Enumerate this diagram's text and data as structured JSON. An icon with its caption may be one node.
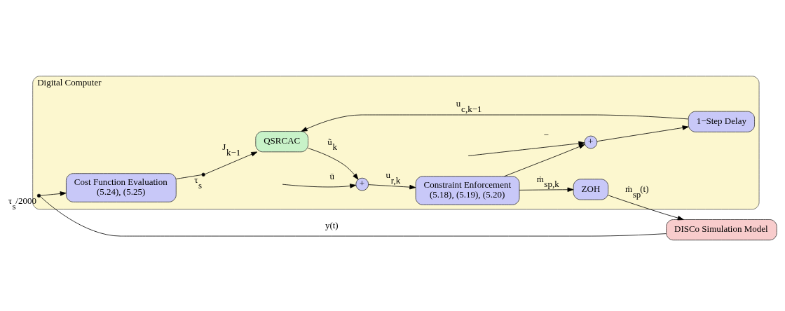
{
  "diagram": {
    "nodes": [
      {
        "text": [
          "Digital Computer"
        ]
      },
      {
        "text": [
          "QSRCAC"
        ],
        "in": 0
      },
      {
        "text": [
          "+"
        ],
        "in": 0
      },
      {
        "text": [
          "Constraint Enforcement",
          "(5.18), (5.19), (5.20)"
        ],
        "in": 0
      },
      {
        "text": [
          "ZOH"
        ],
        "in": 0
      },
      {
        "text": [
          "DISCo Simulation Model"
        ]
      },
      {
        "text": [
          "+"
        ],
        "in": 0
      },
      {
        "text": [
          "1−Step Delay"
        ],
        "in": 0
      },
      {
        "text": [
          "Cost Function Evaluation",
          "(5.24), (5.25)"
        ],
        "in": 0
      },
      {
        "text": [],
        "shape": "switch",
        "beside": [
          "τ$_{s}$/2000"
        ],
        "in": 0
      },
      {
        "text": [],
        "shape": "switch",
        "beside": [
          "τ$_{s}$"
        ],
        "in": 0
      }
    ],
    "edges": [
      {
        "from": 1,
        "to": 2,
        "arrow": "to",
        "label": "ũ$_{k}$"
      },
      {
        "from": 2,
        "to": 3,
        "arrow": "to",
        "label": "u$_{r,k}$"
      },
      {
        "from": 3,
        "to": 4,
        "arrow": "to",
        "label": "ṁ$_{sp,k}$"
      },
      {
        "from": 3,
        "to": 6,
        "arrow": "to"
      },
      {
        "from": 4,
        "to": 5,
        "arrow": "to",
        "label": "ṁ$_{sp}$(t)"
      },
      {
        "from": 6,
        "to": 7,
        "arrow": "to"
      },
      {
        "from": 7,
        "to": 1,
        "arrow": "to",
        "label": "u$_{c,k−1}$"
      },
      {
        "from": 5,
        "to": 9,
        "arrow": "none",
        "label": "y(t)"
      },
      {
        "from": 9,
        "to": 8,
        "arrow": "to"
      },
      {
        "from": 8,
        "to": 10,
        "arrow": "none"
      },
      {
        "from": 10,
        "to": 1,
        "arrow": "to",
        "label": "J$_{k−1}$"
      },
      {
        "from": null,
        "to": 2,
        "arrow": "to",
        "label": "ū"
      },
      {
        "from": null,
        "to": 6,
        "arrow": "to",
        "label": "−"
      }
    ]
  }
}
